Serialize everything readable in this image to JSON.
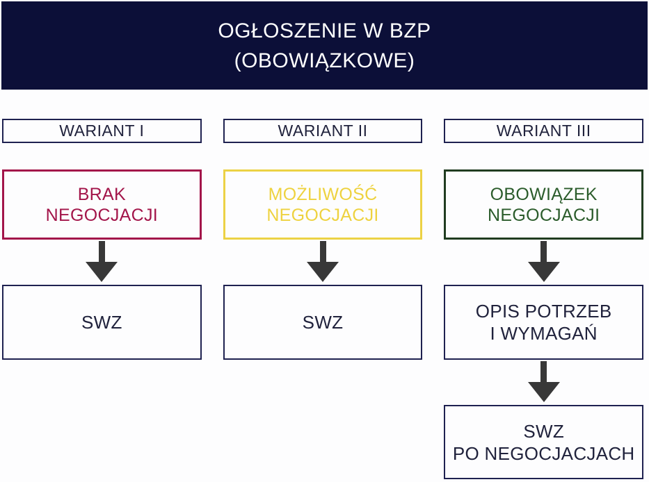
{
  "header": {
    "line1": "OGŁOSZENIE W BZP",
    "line2": "(OBOWIĄZKOWE)"
  },
  "colors": {
    "header_bg": "#0c0f38",
    "header_text": "#ffffff",
    "navy_border": "#1e2150",
    "dark_text": "#20223c",
    "variant1_accent": "#a3154a",
    "variant2_accent": "#ecd245",
    "variant3_accent": "#2b5c2b",
    "variant3_border": "#203c20",
    "arrow": "#383838"
  },
  "columns": [
    {
      "variant_label": "WARIANT I",
      "option": {
        "line1": "BRAK",
        "line2": "NEGOCJACJI"
      },
      "step1": {
        "line1": "SWZ"
      }
    },
    {
      "variant_label": "WARIANT II",
      "option": {
        "line1": "MOŻLIWOŚĆ",
        "line2": "NEGOCJACJI"
      },
      "step1": {
        "line1": "SWZ"
      }
    },
    {
      "variant_label": "WARIANT III",
      "option": {
        "line1": "OBOWIĄZEK",
        "line2": "NEGOCJACJI"
      },
      "step1": {
        "line1": "OPIS POTRZEB",
        "line2": "I WYMAGAŃ"
      },
      "step2": {
        "line1": "SWZ",
        "line2": "PO NEGOCJACJACH"
      }
    }
  ]
}
